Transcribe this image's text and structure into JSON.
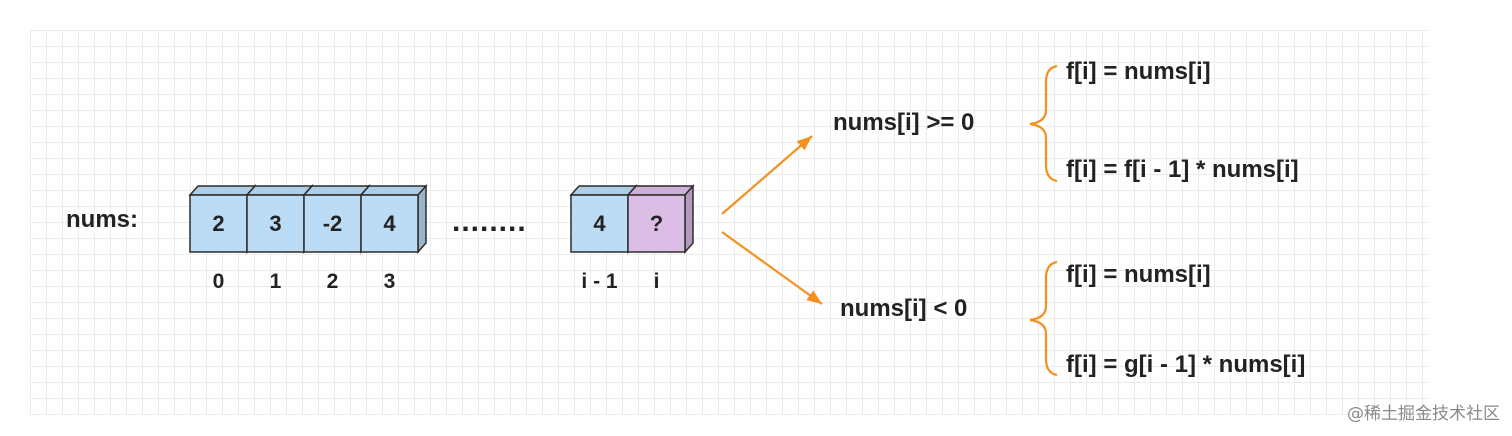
{
  "array_label": "nums:",
  "cells": [
    {
      "value": "2",
      "index": "0",
      "color": "#bcdcf6"
    },
    {
      "value": "3",
      "index": "1",
      "color": "#bcdcf6"
    },
    {
      "value": "-2",
      "index": "2",
      "color": "#bcdcf6"
    },
    {
      "value": "4",
      "index": "3",
      "color": "#bcdcf6"
    }
  ],
  "ellipsis": "........",
  "tail_cells": [
    {
      "value": "4",
      "index": "i - 1",
      "color": "#bcdcf6"
    },
    {
      "value": "?",
      "index": "i",
      "color": "#dcbde6"
    }
  ],
  "branches": [
    {
      "condition": "nums[i] >= 0",
      "cases": [
        "f[i] = nums[i]",
        "f[i] = f[i - 1] * nums[i]"
      ]
    },
    {
      "condition": "nums[i] < 0",
      "cases": [
        "f[i] = nums[i]",
        "f[i] = g[i - 1] * nums[i]"
      ]
    }
  ],
  "colors": {
    "arrow": "#f5901e",
    "brace": "#f5901e",
    "cell_stroke": "#2c2c2c",
    "cell_blue": "#bcdcf6",
    "cell_purple": "#dcbde6"
  },
  "watermark": "@稀土掘金技术社区"
}
